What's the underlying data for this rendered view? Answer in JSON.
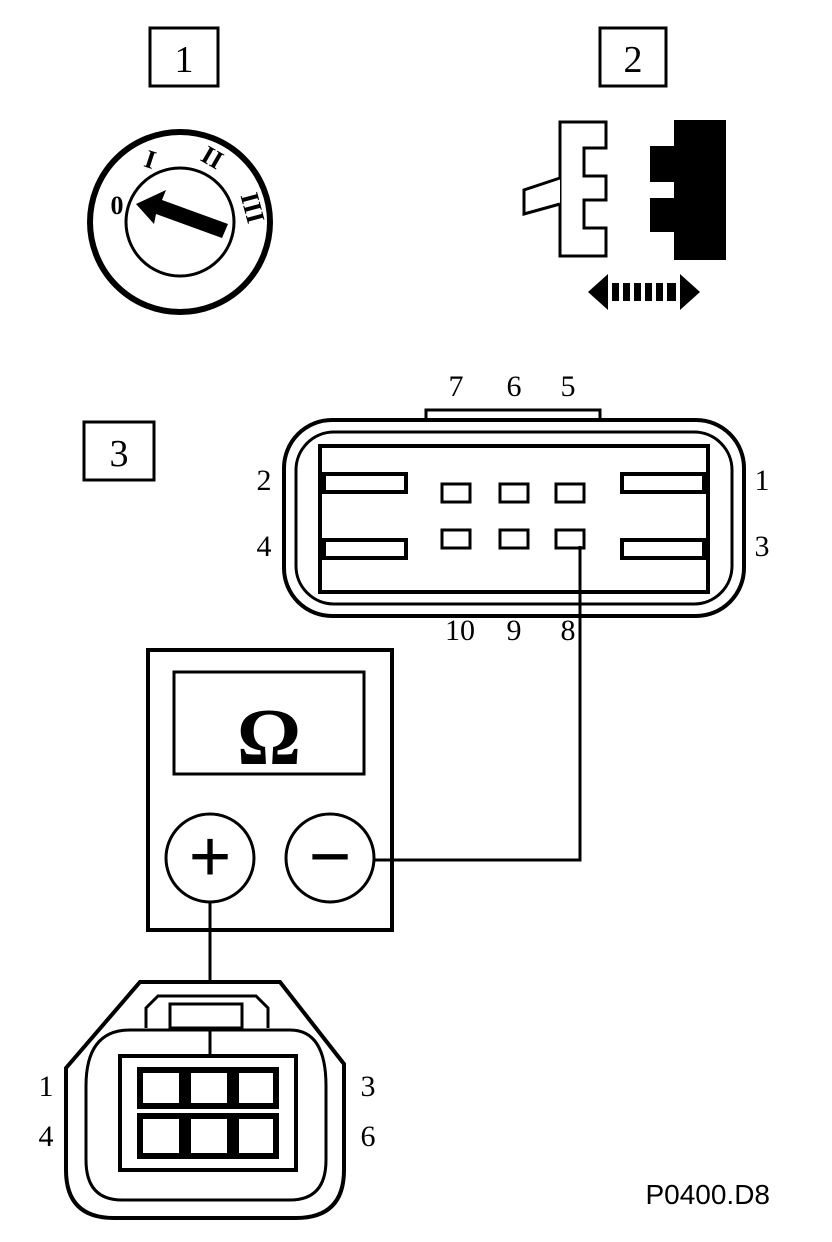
{
  "steps": [
    "1",
    "2",
    "3"
  ],
  "ignition": {
    "positions": [
      "0",
      "I",
      "II",
      "III"
    ]
  },
  "connector_main": {
    "pins_top": [
      "7",
      "6",
      "5"
    ],
    "pins_left": [
      "2",
      "4"
    ],
    "pins_right": [
      "1",
      "3"
    ],
    "pins_bottom": [
      "10",
      "9",
      "8"
    ]
  },
  "meter": {
    "symbol": "Ω",
    "plus": "+",
    "minus": "−"
  },
  "connector_small": {
    "pins_left": [
      "1",
      "4"
    ],
    "pins_right": [
      "3",
      "6"
    ]
  },
  "figure_code": "P0400.D8"
}
